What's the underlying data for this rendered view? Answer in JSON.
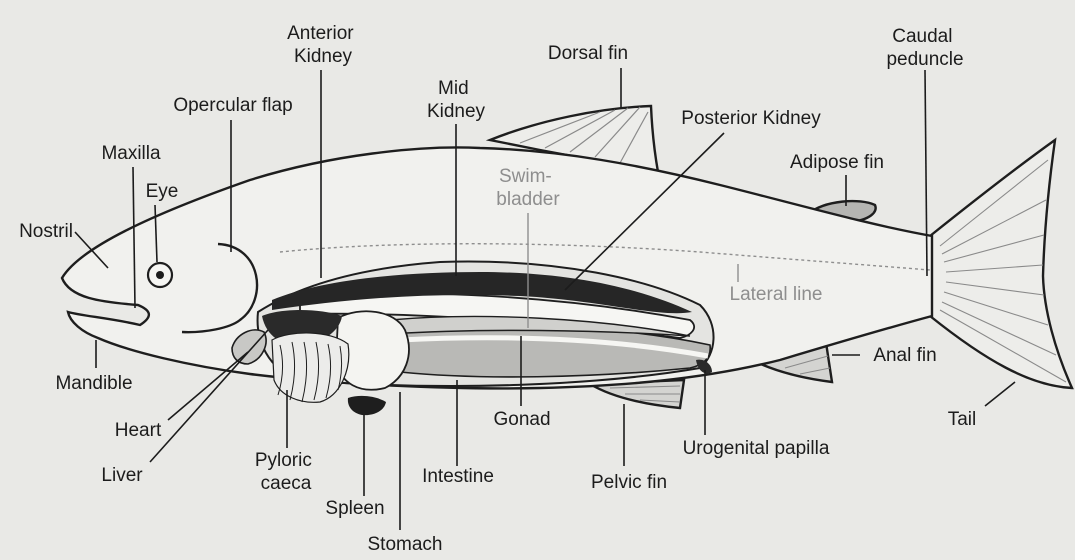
{
  "diagram": {
    "labels": {
      "anterior_kidney": [
        "Anterior",
        "Kidney"
      ],
      "dorsal_fin": "Dorsal fin",
      "caudal_peduncle": [
        "Caudal",
        "peduncle"
      ],
      "opercular_flap": "Opercular flap",
      "mid_kidney": [
        "Mid",
        "Kidney"
      ],
      "posterior_kidney": "Posterior Kidney",
      "maxilla": "Maxilla",
      "swim_bladder": [
        "Swim-",
        "bladder"
      ],
      "adipose_fin": "Adipose fin",
      "eye": "Eye",
      "nostril": "Nostril",
      "lateral_line": "Lateral line",
      "anal_fin": "Anal fin",
      "mandible": "Mandible",
      "tail": "Tail",
      "heart": "Heart",
      "gonad": "Gonad",
      "urogenital_papilla": "Urogenital papilla",
      "liver": "Liver",
      "pyloric_caeca": [
        "Pyloric",
        "caeca"
      ],
      "intestine": "Intestine",
      "pelvic_fin": "Pelvic fin",
      "spleen": "Spleen",
      "stomach": "Stomach"
    },
    "colors": {
      "background": "#e9e9e6",
      "body": "#f1f1ee",
      "ink": "#1c1c1c",
      "kidney": "#262626",
      "organs_grey": "#b9b9b6"
    }
  }
}
